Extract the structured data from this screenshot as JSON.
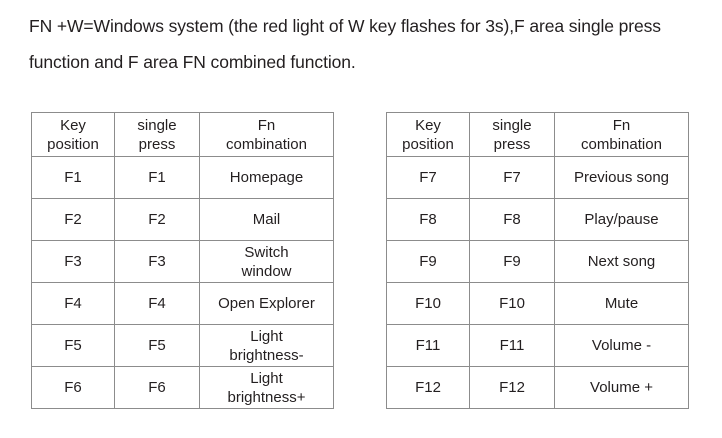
{
  "intro": {
    "text": "FN +W=Windows system (the red light of W key flashes for 3s),F area single press function and F area FN combined function."
  },
  "tables": [
    {
      "id": "left",
      "headers": [
        "Key\nposition",
        "single\npress",
        "Fn\ncombination"
      ],
      "rows": [
        [
          "F1",
          "F1",
          "Homepage"
        ],
        [
          "F2",
          "F2",
          "Mail"
        ],
        [
          "F3",
          "F3",
          "Switch\nwindow"
        ],
        [
          "F4",
          "F4",
          "Open Explorer"
        ],
        [
          "F5",
          "F5",
          "Light\nbrightness-"
        ],
        [
          "F6",
          "F6",
          "Light\nbrightness+"
        ]
      ]
    },
    {
      "id": "right",
      "headers": [
        "Key\nposition",
        "single\npress",
        "Fn\ncombination"
      ],
      "rows": [
        [
          "F7",
          "F7",
          "Previous song"
        ],
        [
          "F8",
          "F8",
          "Play/pause"
        ],
        [
          "F9",
          "F9",
          "Next song"
        ],
        [
          "F10",
          "F10",
          "Mute"
        ],
        [
          "F11",
          "F11",
          "Volume -"
        ],
        [
          "F12",
          "F12",
          "Volume +"
        ]
      ]
    }
  ],
  "colors": {
    "text": "#231f20",
    "border": "#8c8c8c",
    "background": "#ffffff"
  }
}
